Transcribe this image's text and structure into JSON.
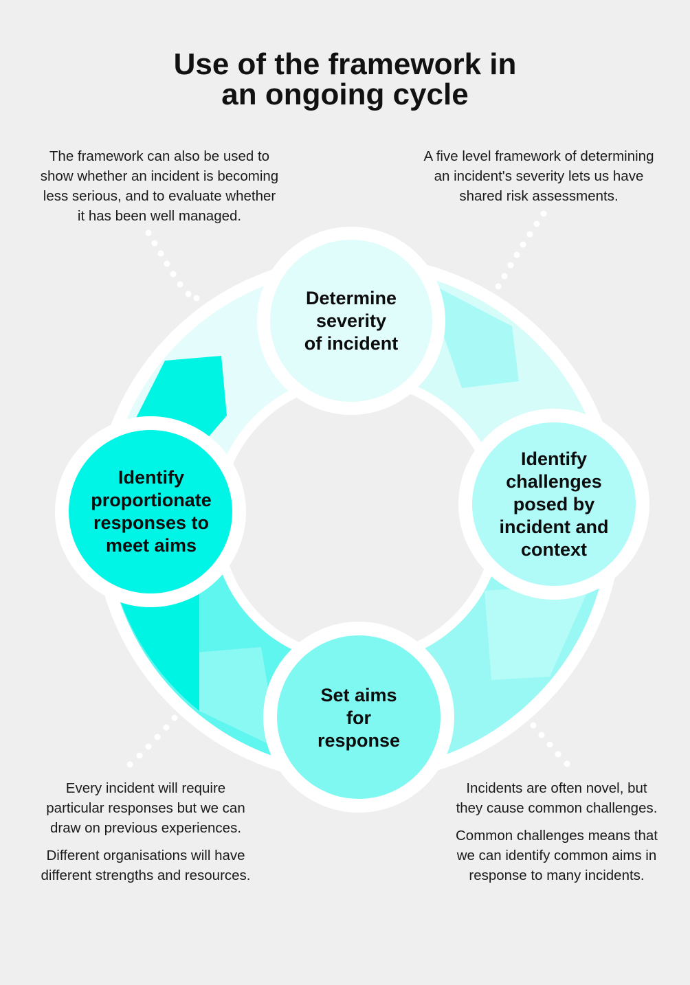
{
  "title": {
    "line1": "Use of the framework in",
    "line2": "an ongoing cycle"
  },
  "notes": {
    "top_left": {
      "lines": [
        "The framework can also be used to",
        "show whether an incident is becoming",
        "less serious, and to evaluate whether",
        "it has been well managed."
      ]
    },
    "top_right": {
      "lines": [
        "A five level framework of determining",
        "an incident's severity lets us have",
        "shared risk assessments."
      ]
    },
    "bottom_left": {
      "p1": [
        "Every incident will require",
        "particular responses but we can",
        "draw on previous experiences."
      ],
      "p2": [
        "Different organisations will have",
        "different strengths and resources."
      ]
    },
    "bottom_right": {
      "p1": [
        "Incidents are often novel, but",
        "they cause common challenges."
      ],
      "p2": [
        "Common challenges means that",
        "we can identify common aims in",
        "response to many incidents."
      ]
    }
  },
  "nodes": {
    "determine": {
      "lines": [
        "Determine",
        "severity",
        "of incident"
      ]
    },
    "identify_challenges": {
      "lines": [
        "Identify",
        "challenges",
        "posed by",
        "incident and",
        "context"
      ]
    },
    "set_aims": {
      "lines": [
        "Set aims",
        "for",
        "response"
      ]
    },
    "identify_responses": {
      "lines": [
        "Identify",
        "proportionate",
        "responses to",
        "meet aims"
      ]
    }
  },
  "colors": {
    "background": "#efefef",
    "ring_outline": "#ffffff",
    "determine_fill": "#e0fdfb",
    "challenges_fill": "#b0fbf8",
    "aims_fill": "#80f8f2",
    "responses_fill": "#00f5e6",
    "arc_top_right": "#d2fbf9",
    "arc_right": "#adf9f6",
    "arc_bottom": "#80f6f0",
    "arc_left": "#00f4e4"
  }
}
